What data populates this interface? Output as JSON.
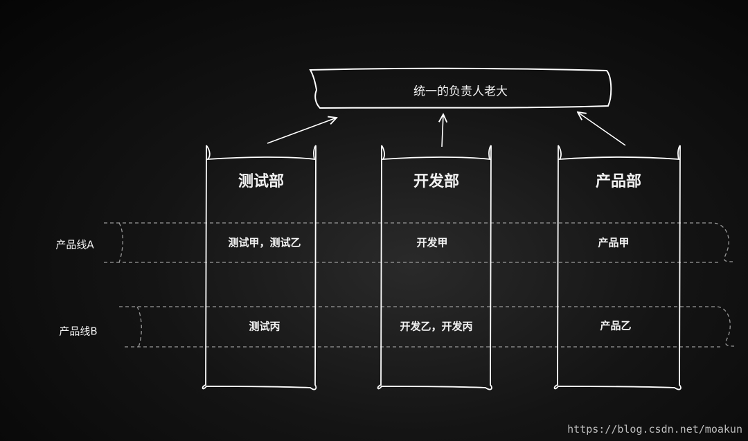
{
  "top_box": {
    "label": "统一的负责人老大"
  },
  "departments": [
    {
      "name": "测试部",
      "line_a": "测试甲，测试乙",
      "line_b": "测试丙"
    },
    {
      "name": "开发部",
      "line_a": "开发甲",
      "line_b": "开发乙，开发丙"
    },
    {
      "name": "产品部",
      "line_a": "产品甲",
      "line_b": "产品乙"
    }
  ],
  "product_lines": [
    {
      "label": "产品线A"
    },
    {
      "label": "产品线B"
    }
  ],
  "watermark": "https://blog.csdn.net/moakun",
  "colors": {
    "background": "#0a0a0a",
    "stroke": "#ffffff",
    "dashed": "#9a9a9a"
  }
}
